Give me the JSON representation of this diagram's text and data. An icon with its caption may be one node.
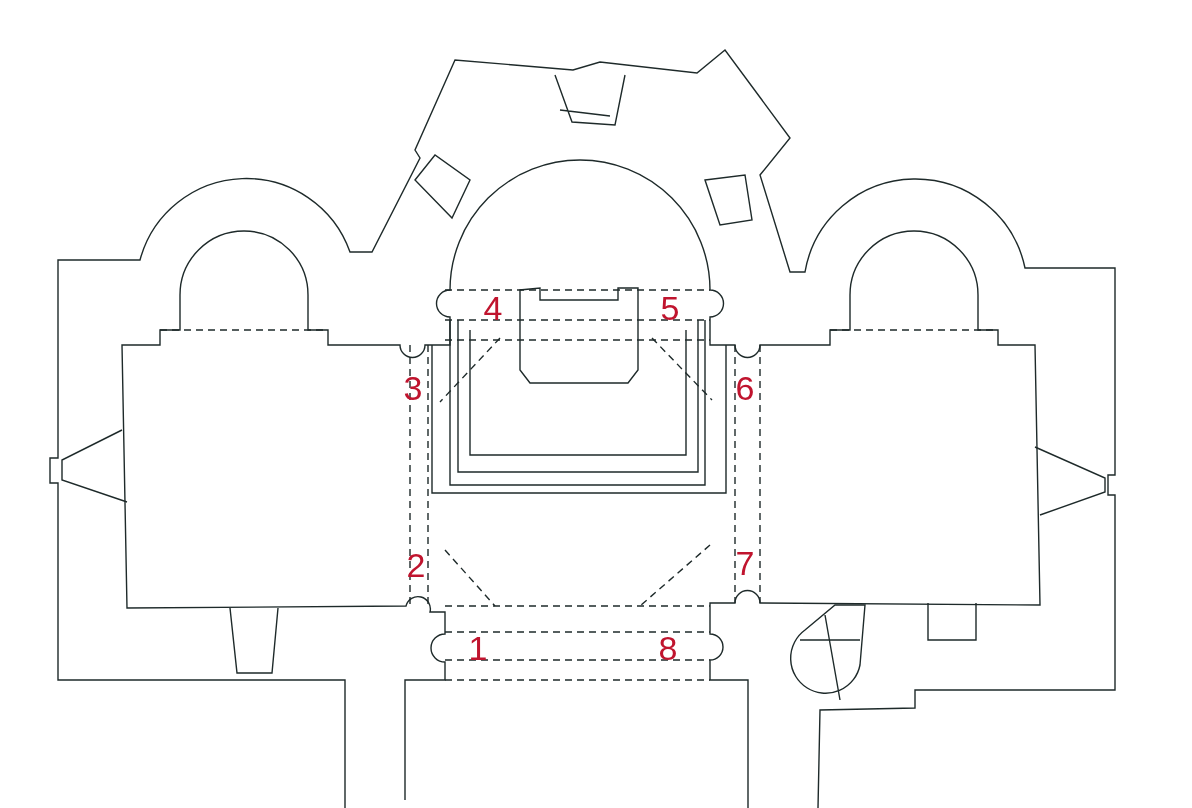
{
  "diagram": {
    "labels": [
      "4",
      "5",
      "3",
      "6",
      "2",
      "7",
      "1",
      "8"
    ]
  }
}
